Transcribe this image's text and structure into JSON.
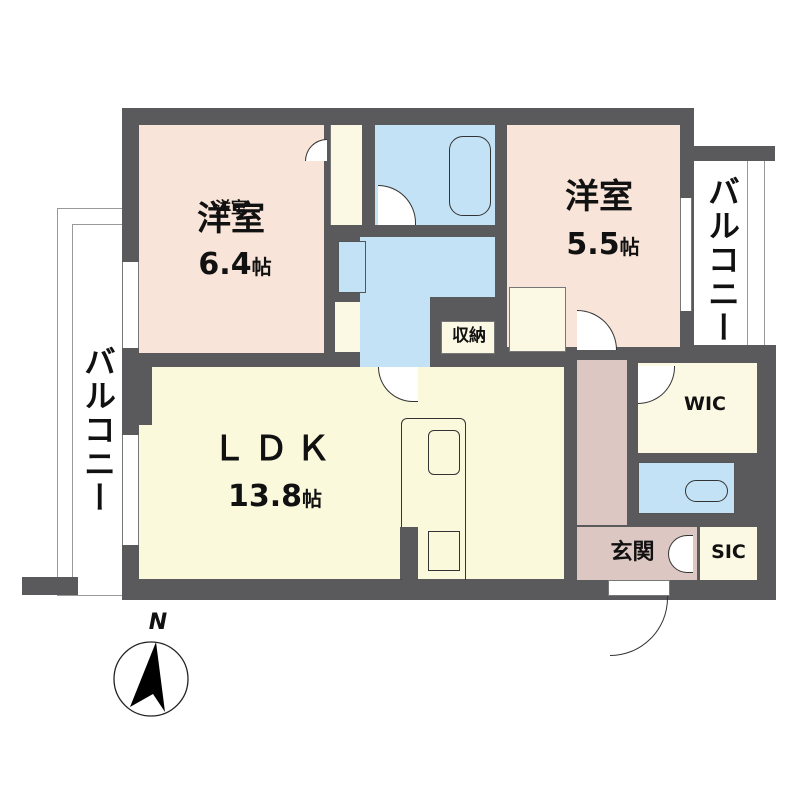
{
  "floor_plan": {
    "rooms": {
      "western_room_1": {
        "name": "洋室",
        "size": "6.4",
        "unit": "帖"
      },
      "western_room_2": {
        "name": "洋室",
        "size": "5.5",
        "unit": "帖"
      },
      "ldk": {
        "name": "ＬＤＫ",
        "size": "13.8",
        "unit": "帖"
      },
      "storage": {
        "name": "収納"
      },
      "wic": {
        "name": "WIC"
      },
      "entrance": {
        "name": "玄関"
      },
      "sic": {
        "name": "SIC"
      }
    },
    "balconies": {
      "left": {
        "name": "バルコニー"
      },
      "right": {
        "name": "バルコニー"
      }
    },
    "compass": {
      "label": "N"
    },
    "colors": {
      "wall": "#5a5a5c",
      "western_room": "#f8e4d8",
      "ldk": "#fbf9dc",
      "wet_area": "#c4e2f6",
      "entrance_hall": "#dcc7c3",
      "closet": "#fbf8e3"
    }
  }
}
